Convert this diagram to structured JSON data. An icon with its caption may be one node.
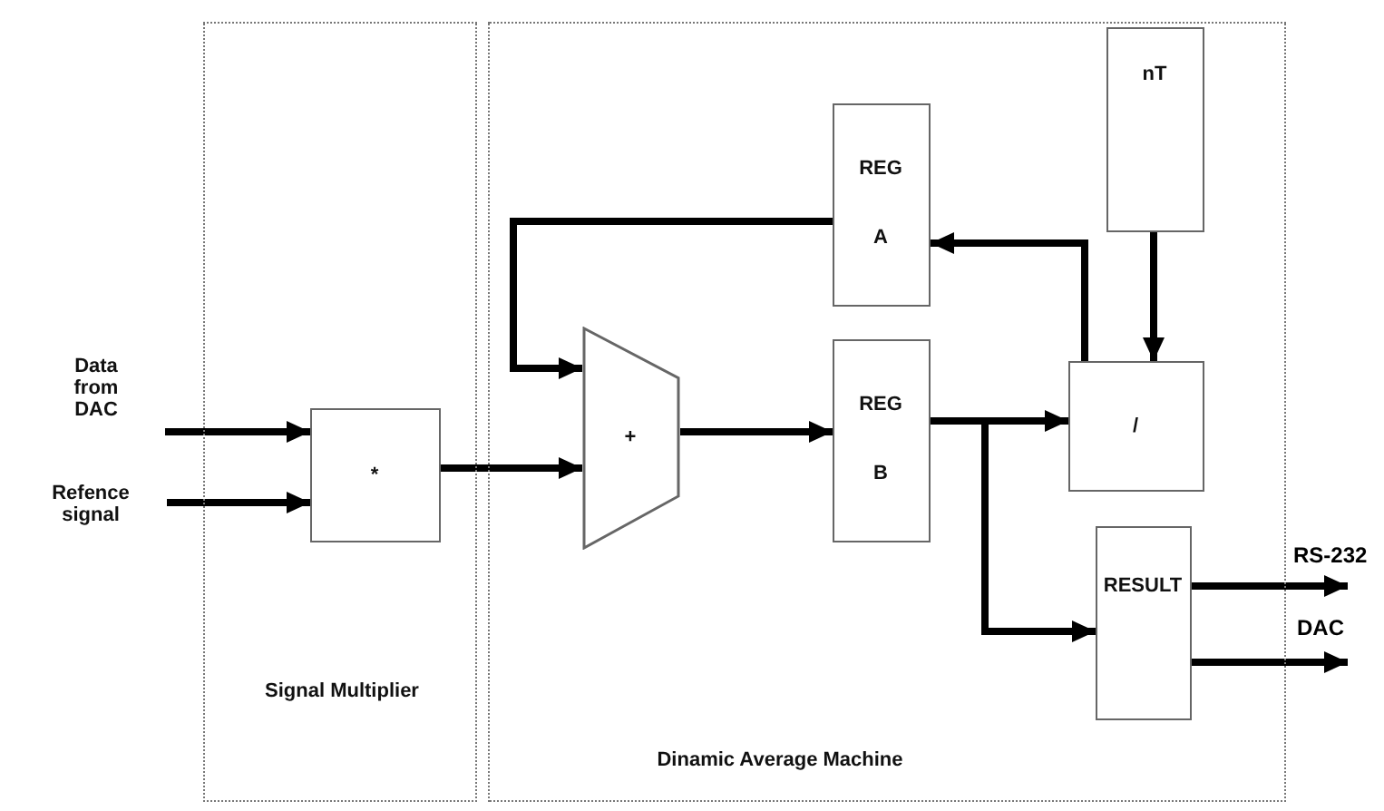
{
  "diagram": {
    "nodes": [
      {
        "text": [
          "Signal Multiplier"
        ]
      },
      {
        "text": [
          "Dinamic Average Machine"
        ]
      },
      {
        "text": [
          "Data from DAC"
        ]
      },
      {
        "text": [
          "Refence signal"
        ]
      },
      {
        "text": [
          "*"
        ],
        "in": 0
      },
      {
        "text": [
          "+"
        ],
        "in": 1
      },
      {
        "text": [
          "REG A"
        ],
        "in": 1
      },
      {
        "text": [
          "REG B"
        ],
        "in": 1
      },
      {
        "text": [
          "nT"
        ],
        "in": 1
      },
      {
        "text": [
          "/"
        ],
        "in": 1
      },
      {
        "text": [
          "RESULT"
        ],
        "in": 1
      }
    ],
    "edges": [
      {
        "from": 2,
        "to": 4,
        "arrow": "to"
      },
      {
        "from": 3,
        "to": 4,
        "arrow": "to"
      },
      {
        "from": 4,
        "to": 5,
        "arrow": "to"
      },
      {
        "from": 6,
        "to": 5,
        "arrow": "to"
      },
      {
        "from": 5,
        "to": 7,
        "arrow": "to"
      },
      {
        "from": 7,
        "to": 9,
        "arrow": "to"
      },
      {
        "from": 7,
        "to": 10,
        "arrow": "to"
      },
      {
        "from": 9,
        "to": 6,
        "arrow": "to"
      },
      {
        "from": 8,
        "to": 9,
        "arrow": "to"
      },
      {
        "from": 10,
        "to": null,
        "arrow": "to",
        "label": "RS-232"
      },
      {
        "from": 10,
        "to": null,
        "arrow": "to",
        "label": "DAC"
      }
    ]
  }
}
